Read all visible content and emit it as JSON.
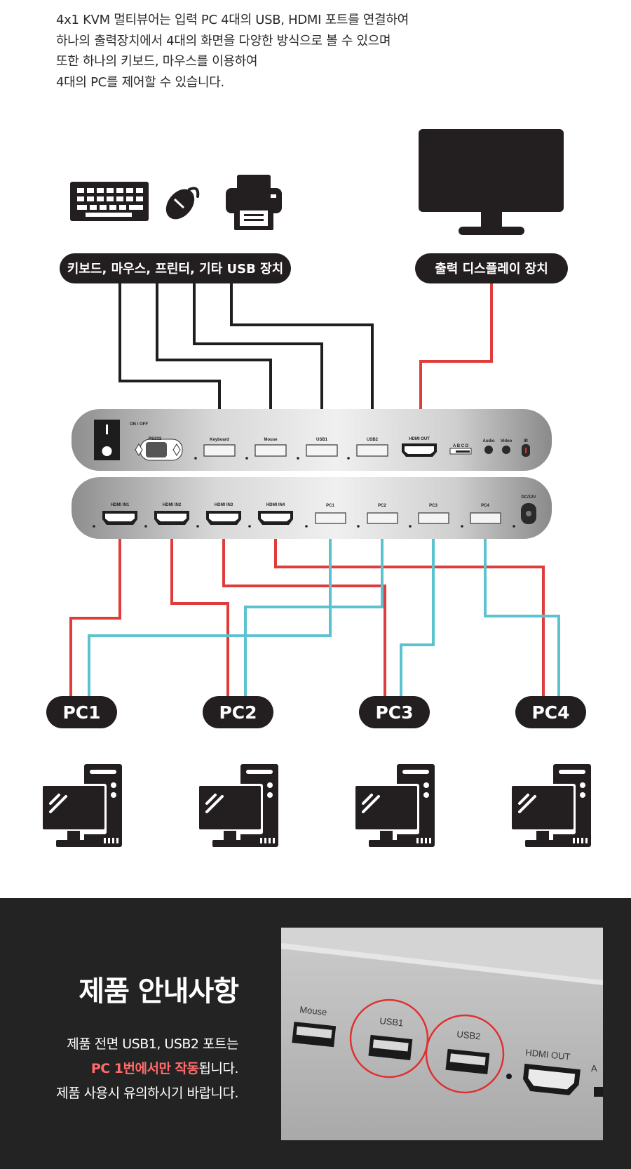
{
  "intro": {
    "lines": [
      "4x1 KVM 멀티뷰어는 입력 PC 4대의 USB, HDMI 포트를 연결하여",
      "하나의 출력장치에서 4대의 화면을 다양한 방식으로 볼 수 있으며",
      "또한 하나의 키보드, 마우스를 이용하여",
      "4대의 PC를 제어할 수 있습니다."
    ]
  },
  "diagram": {
    "usb_devices_label": "키보드, 마우스, 프린터, 기타 USB 장치",
    "display_label": "출력 디스플레이 장치",
    "front_panel": {
      "switch": "ON / OFF",
      "ports": [
        "RS232",
        "Keyboard",
        "Mouse",
        "USB1",
        "USB2",
        "HDMI OUT",
        "A B C D",
        "Audio",
        "Video",
        "IR"
      ]
    },
    "back_panel": {
      "ports": [
        "HDMI IN1",
        "HDMI IN2",
        "HDMI IN3",
        "HDMI IN4",
        "PC1",
        "PC2",
        "PC3",
        "PC4",
        "DC/12V"
      ]
    },
    "pcs": [
      "PC1",
      "PC2",
      "PC3",
      "PC4"
    ],
    "colors": {
      "hdmi_cable": "#e03c3c",
      "usb_cable": "#5bc3d0",
      "device_cable": "#1f1f1f",
      "pill_bg": "#231f20"
    }
  },
  "notice": {
    "title": "제품 안내사항",
    "line1": "제품 전면 USB1, USB2 포트는",
    "line2_highlight": "PC 1번에서만 작동",
    "line2_rest": "됩니다.",
    "line3": "제품 사용시 유의하시기 바랍니다.",
    "photo_labels": {
      "mouse": "Mouse",
      "usb1": "USB1",
      "usb2": "USB2",
      "hdmi_out": "HDMI OUT",
      "edge": "A"
    }
  }
}
